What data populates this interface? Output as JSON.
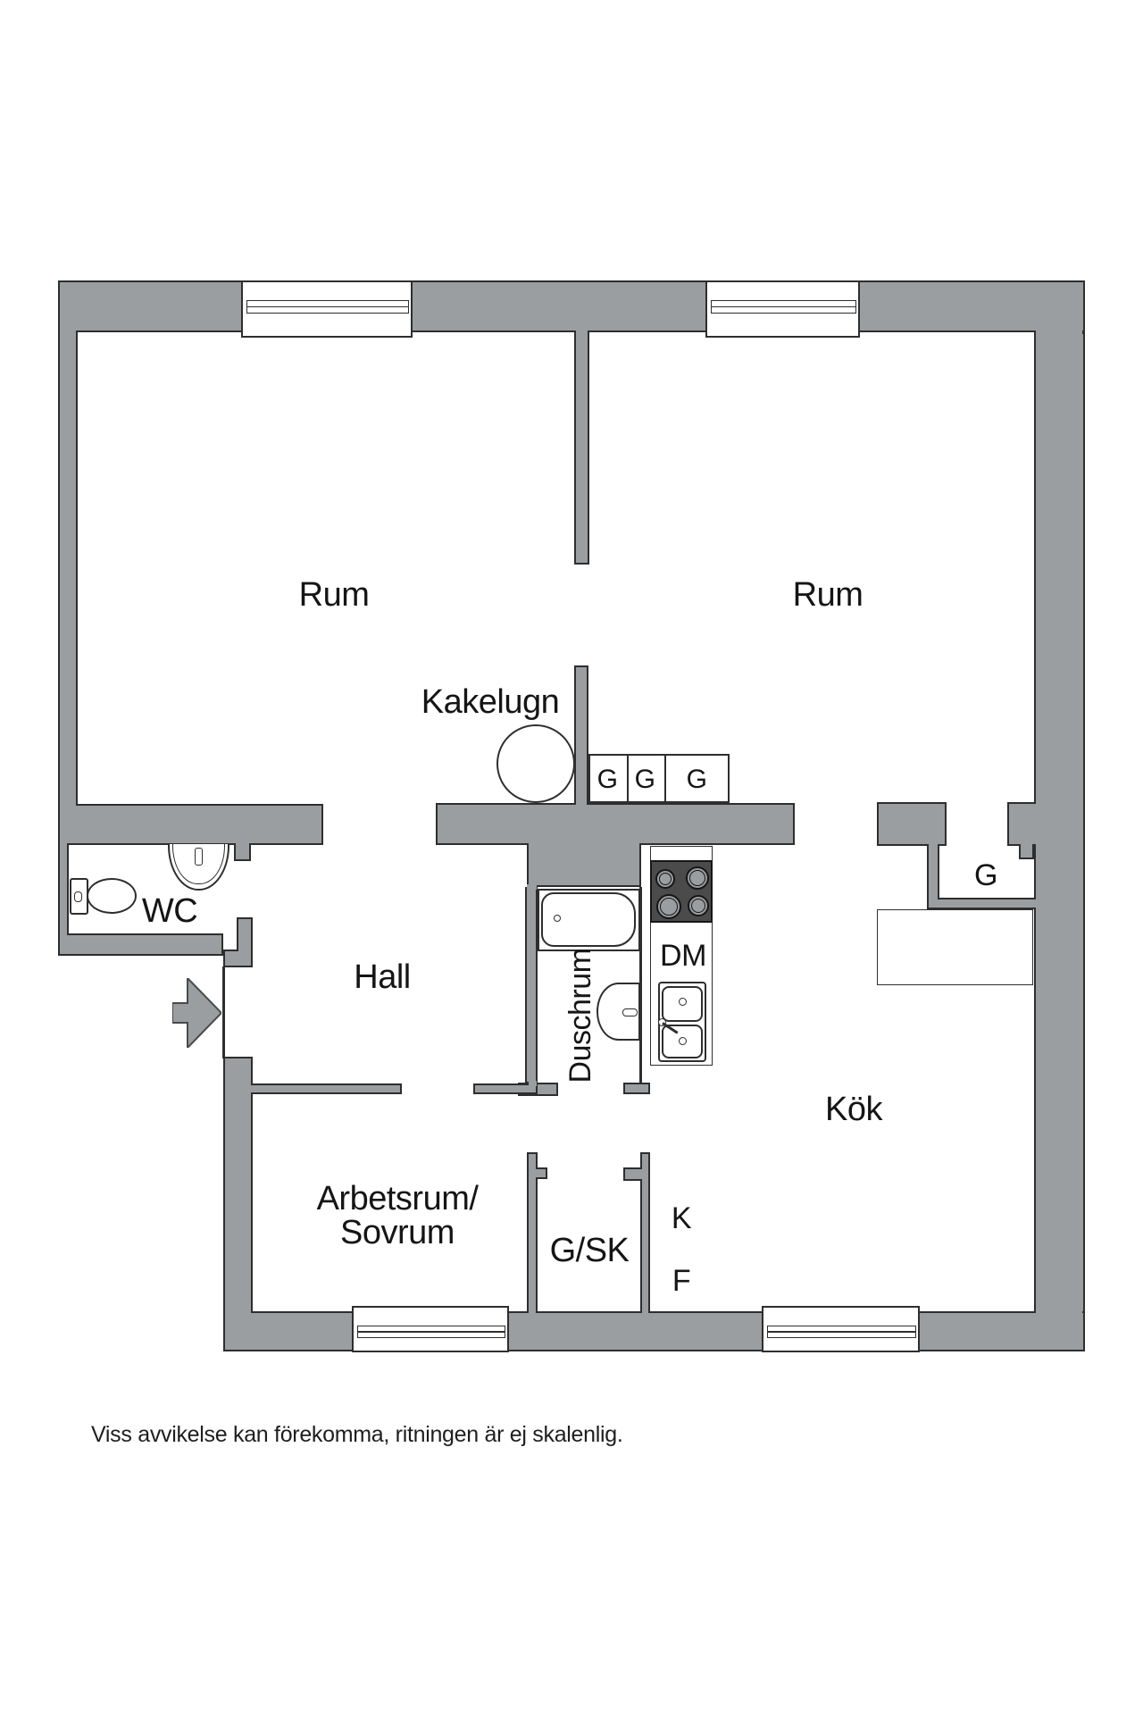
{
  "colors": {
    "wall": "#9a9ea0",
    "line": "#2e2e2e",
    "stove": "#4b4b4b",
    "background": "#ffffff"
  },
  "labels": {
    "rum_left": "Rum",
    "rum_right": "Rum",
    "kakelugn": "Kakelugn",
    "wardrobe_g1": "G",
    "wardrobe_g2": "G",
    "wardrobe_g3": "G",
    "wardrobe_g_right": "G",
    "wc": "WC",
    "hall": "Hall",
    "duschrum": "Duschrum",
    "dm": "DM",
    "kok": "Kök",
    "arbetsrum_line1": "Arbetsrum/",
    "arbetsrum_line2": "Sovrum",
    "gsk": "G/SK",
    "fridge": "K",
    "freezer": "F"
  },
  "footer": {
    "disclaimer": "Viss avvikelse kan förekomma, ritningen är ej skalenlig."
  }
}
